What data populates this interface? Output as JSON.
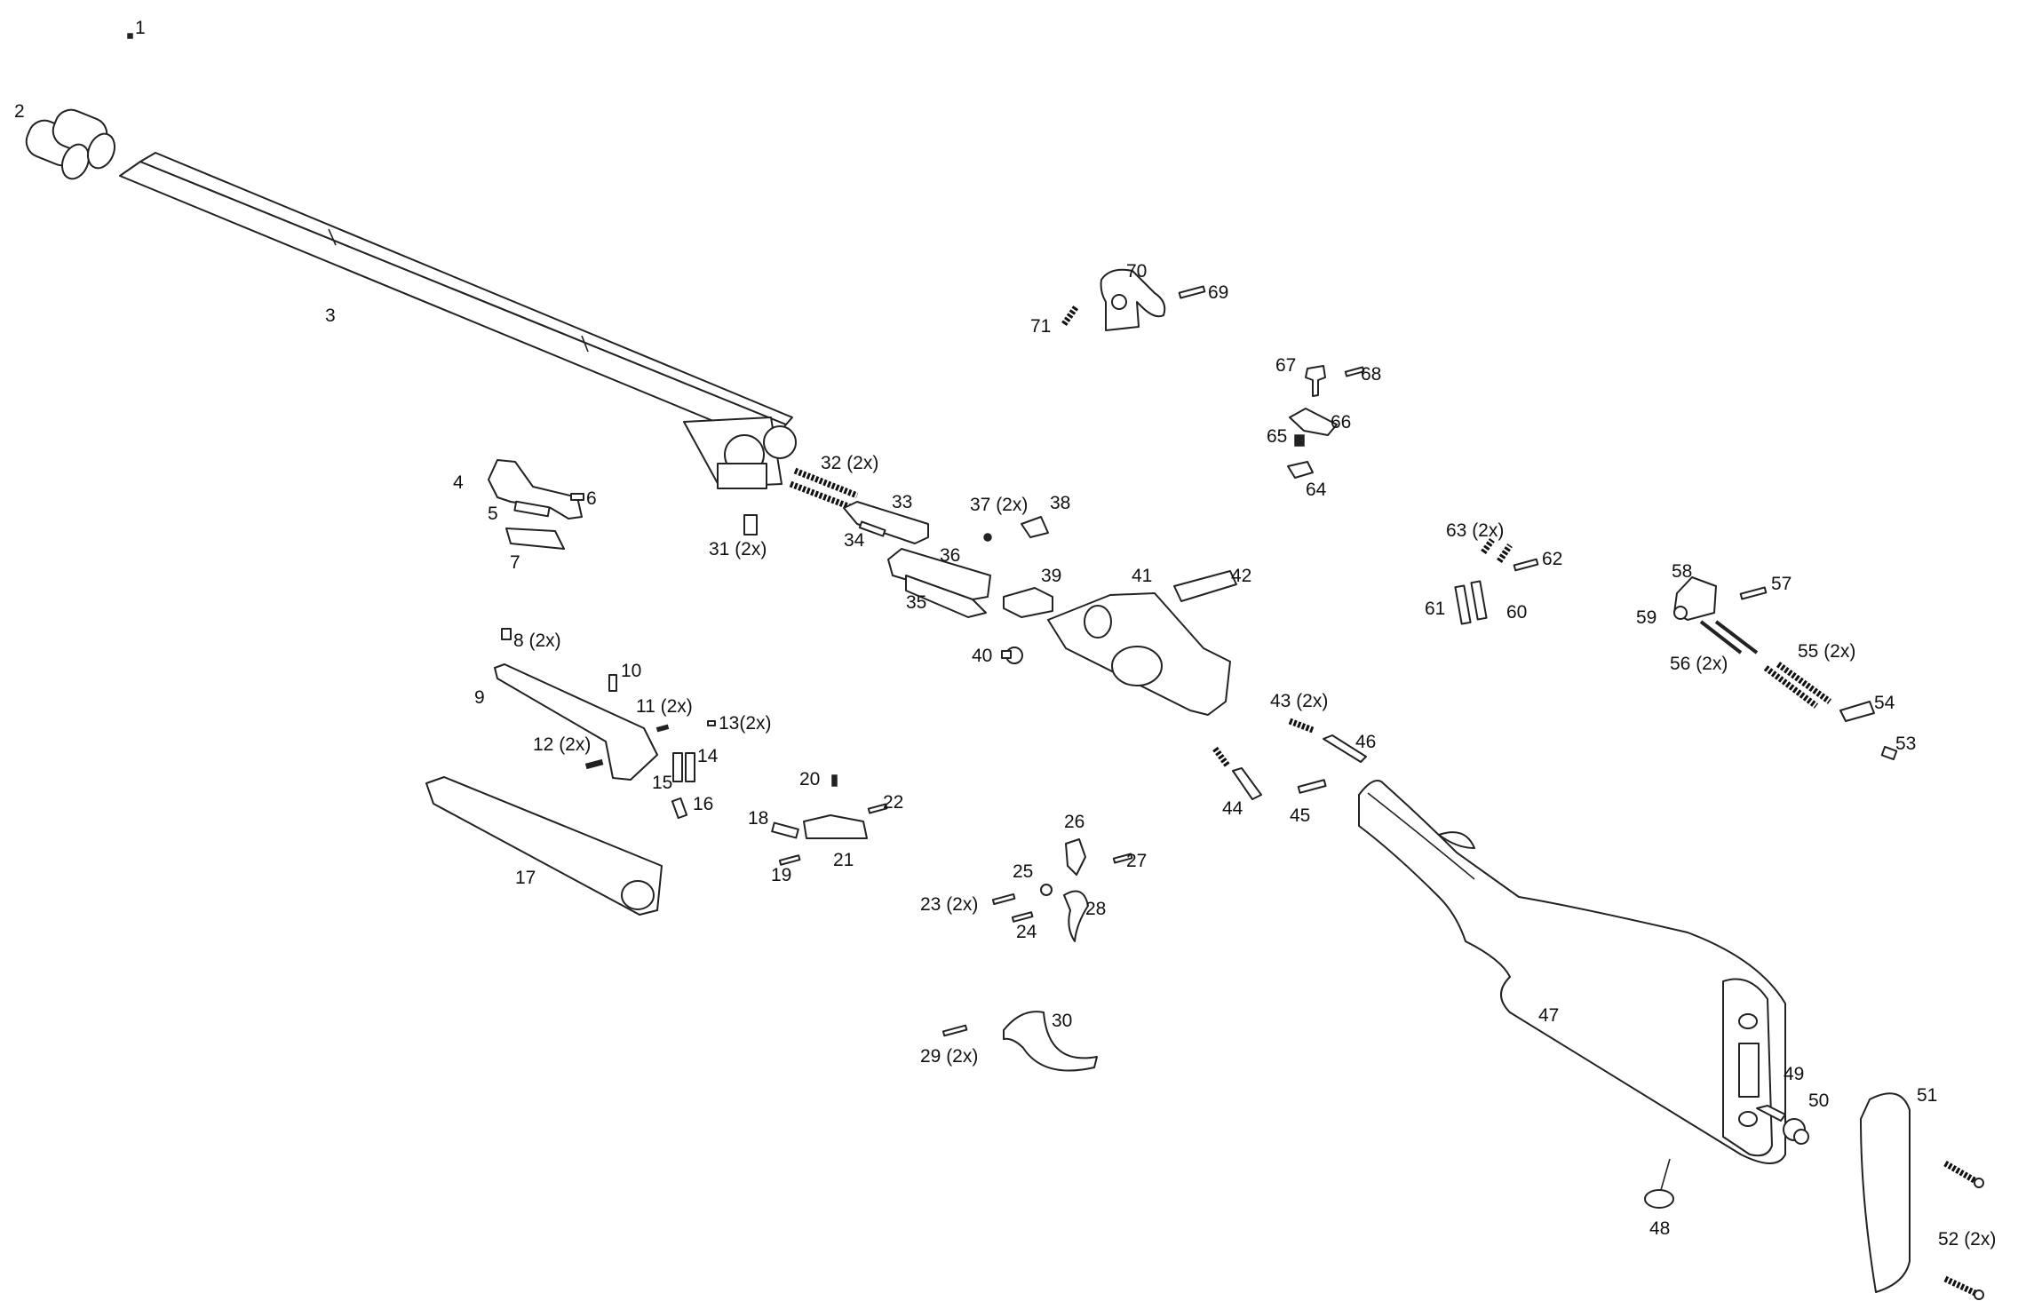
{
  "diagram": {
    "labels": [
      "1",
      "2",
      "3",
      "4",
      "5",
      "6",
      "7",
      "8 (2x)",
      "9",
      "10",
      "11 (2x)",
      "12 (2x)",
      "13(2x)",
      "14",
      "15",
      "16",
      "17",
      "18",
      "19",
      "20",
      "21",
      "22",
      "23 (2x)",
      "24",
      "25",
      "26",
      "27",
      "28",
      "29 (2x)",
      "30",
      "31 (2x)",
      "32 (2x)",
      "33",
      "34",
      "35",
      "36",
      "37 (2x)",
      "38",
      "39",
      "40",
      "41",
      "42",
      "43 (2x)",
      "44",
      "45",
      "46",
      "47",
      "48",
      "49",
      "50",
      "51",
      "52 (2x)",
      "53",
      "54",
      "55 (2x)",
      "56 (2x)",
      "57",
      "58",
      "59",
      "60",
      "61",
      "62",
      "63 (2x)",
      "64",
      "65",
      "66",
      "67",
      "68",
      "69",
      "70",
      "71"
    ]
  }
}
